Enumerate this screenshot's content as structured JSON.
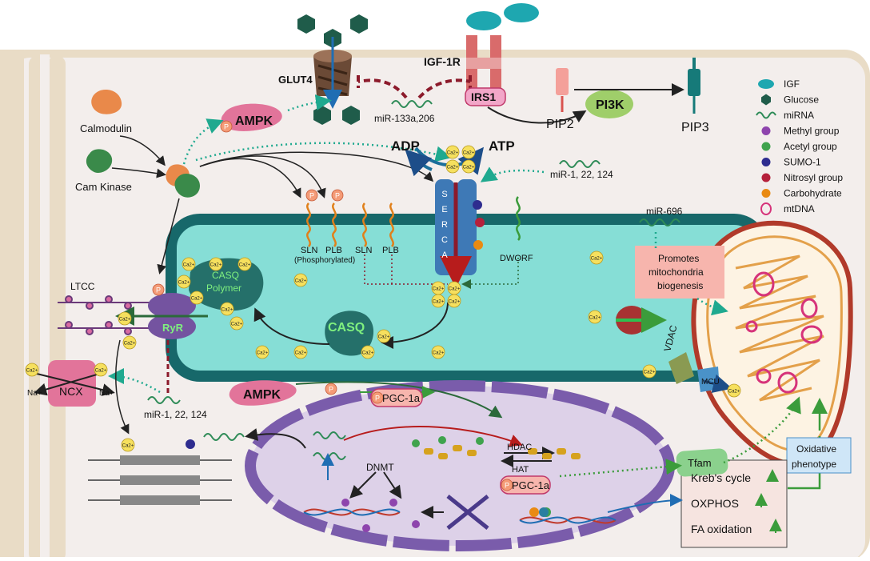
{
  "labels": {
    "glut4": "GLUT4",
    "igf1r": "IGF-1R",
    "irs1": "IRS1",
    "pip2": "PIP2",
    "pi3k": "PI3K",
    "pip3": "PIP3",
    "ampk_top": "AMPK",
    "ampk_bottom": "AMPK",
    "mir133": "miR-133a,206",
    "calmodulin": "Calmodulin",
    "cam_kinase": "Cam Kinase",
    "adp": "ADP",
    "atp": "ATP",
    "mir1_top": "miR-1, 22, 124",
    "mir1_bottom": "miR-1, 22, 124",
    "mir696": "miR-696",
    "serca": "SERCA",
    "sln_p": "SLN",
    "plb_p": "PLB",
    "phosphorylated": "(Phosphorylated)",
    "sln": "SLN",
    "plb": "PLB",
    "dworf": "DWORF",
    "ltcc": "LTCC",
    "casq_polymer_1": "CASQ",
    "casq_polymer_2": "Polymer",
    "ryr": "RyR",
    "casq": "CASQ",
    "ncx": "NCX",
    "na1": "Na+",
    "na2": "Na+",
    "ca": "Ca2+",
    "p": "P",
    "vdac": "VDAC",
    "mcu": "MCU",
    "promotes_1": "Promotes",
    "promotes_2": "mitochondria",
    "promotes_3": "biogenesis",
    "pgc1a": "PGC-1a",
    "dnmt": "DNMT",
    "hdac": "HDAC",
    "hat": "HAT",
    "tfam": "Tfam",
    "oxidative_1": "Oxidative",
    "oxidative_2": "phenotype",
    "krebs": "Kreb's cycle",
    "oxphos": "OXPHOS",
    "fa": "FA oxidation"
  },
  "legend": [
    {
      "label": "IGF",
      "symbol": "igf-ellipse",
      "color": "#1ea7b0"
    },
    {
      "label": "Glucose",
      "symbol": "glucose-hexagon",
      "color": "#1f5c4a"
    },
    {
      "label": "miRNA",
      "symbol": "mirna-wave",
      "color": "#2e8b57"
    },
    {
      "label": "Methyl group",
      "symbol": "dot",
      "color": "#8e44ad"
    },
    {
      "label": "Acetyl group",
      "symbol": "dot",
      "color": "#3fa34d"
    },
    {
      "label": "SUMO-1",
      "symbol": "dot",
      "color": "#2e2c8f"
    },
    {
      "label": "Nitrosyl group",
      "symbol": "dot",
      "color": "#b5203b"
    },
    {
      "label": "Carbohydrate",
      "symbol": "dot",
      "color": "#e98a12"
    },
    {
      "label": "mtDNA",
      "symbol": "ring",
      "color": "#d6337a"
    }
  ],
  "colors": {
    "cytoplasm": "#f3eeec",
    "sr_fill": "#86ded6",
    "sr_border": "#17686a",
    "nucleus": "#ddd1e8",
    "nucleus_border": "#7a5cab",
    "ampk": "#e2749a",
    "pi3k": "#9fce6a",
    "green_box": "#8bd18d",
    "pink_box": "#f7b5ad",
    "blue_box": "#cfe6f7",
    "ca_ion": "#f6e05e",
    "p_ion": "#f49b77",
    "dark_red": "#8c1a2b",
    "mito_fill": "#fdf3e3",
    "mito_border": "#b13a2a"
  }
}
